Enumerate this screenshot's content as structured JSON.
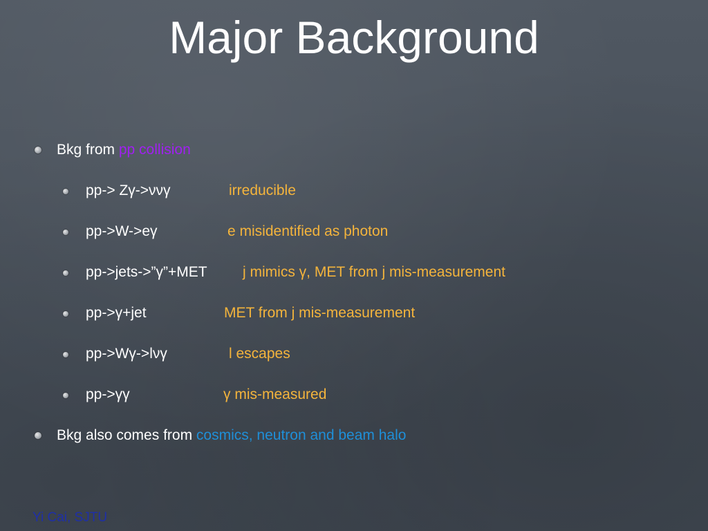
{
  "slide": {
    "title": "Major Background",
    "bullets": [
      {
        "level": 1,
        "prefix": "Bkg from ",
        "highlight": "pp collision"
      },
      {
        "level": 2,
        "process": "pp-> Zγ->ννγ",
        "note": "irreducible"
      },
      {
        "level": 2,
        "process": "pp->W->eγ",
        "note": "e misidentified as photon"
      },
      {
        "level": 2,
        "process": "pp->jets->”γ”+MET",
        "note": "j mimics γ, MET from j mis-measurement"
      },
      {
        "level": 2,
        "process": "pp->γ+jet",
        "note": "MET from j mis-measurement"
      },
      {
        "level": 2,
        "process": "pp->Wγ->lνγ",
        "note": "l escapes"
      },
      {
        "level": 2,
        "process": "pp->γγ",
        "note": "γ mis-measured"
      },
      {
        "level": 1,
        "prefix": "Bkg also comes from ",
        "highlight": "cosmics, neutron and beam halo"
      }
    ],
    "footer": "Yi Cai, SJTU"
  },
  "colors": {
    "background": "#4a525c",
    "title": "#ffffff",
    "body_text": "#ffffff",
    "pp_collision": "#a020f0",
    "notes": "#f4b43c",
    "cosmics": "#1f8fd8",
    "footer": "#1e2fa8"
  }
}
